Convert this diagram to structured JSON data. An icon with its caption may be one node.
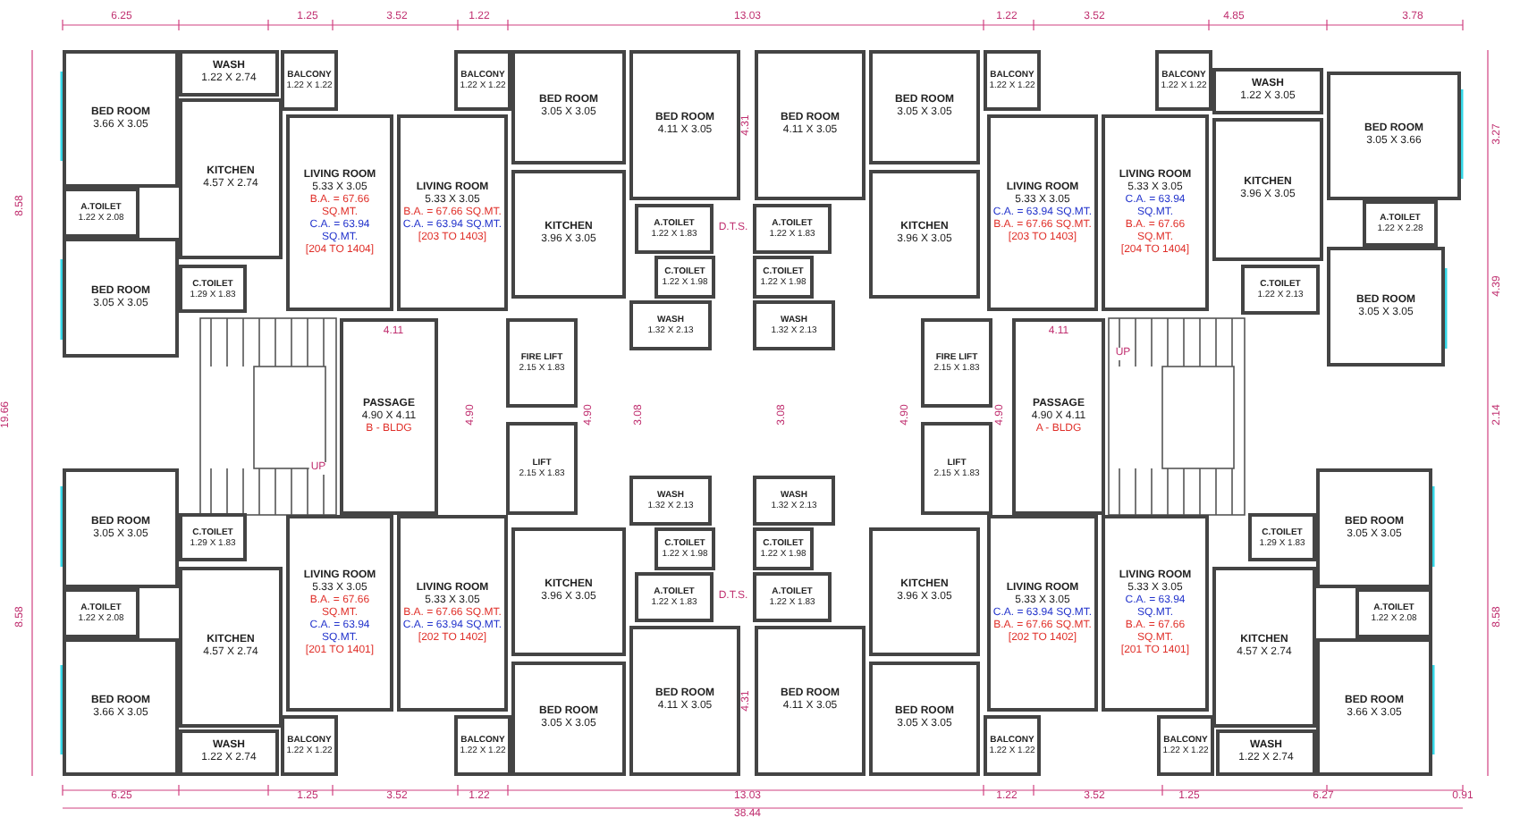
{
  "diagram": {
    "nodes": [
      {
        "text": [
          "BED ROOM",
          "3.66 X 3.05"
        ]
      },
      {
        "text": [
          "WASH",
          "1.22 X 2.74"
        ]
      },
      {
        "text": [
          "BALCONY",
          "1.22 X 1.22"
        ]
      },
      {
        "text": [
          "KITCHEN",
          "4.57 X 2.74"
        ]
      },
      {
        "text": [
          "A.TOILET",
          "1.22 X 2.08"
        ]
      },
      {
        "text": [
          "BED ROOM",
          "3.05 X 3.05"
        ]
      },
      {
        "text": [
          "C.TOILET",
          "1.29 X 1.83"
        ]
      },
      {
        "text": [
          "LIVING ROOM",
          "5.33 X 3.05",
          "B.A. = 67.66 SQ.MT.",
          "C.A. = 63.94 SQ.MT.",
          "[204 TO 1404]"
        ]
      },
      {
        "text": [
          "LIVING ROOM",
          "5.33 X 3.05",
          "B.A. = 67.66 SQ.MT.",
          "C.A. = 63.94 SQ.MT.",
          "[203 TO 1403]"
        ]
      },
      {
        "text": [
          "BALCONY",
          "1.22 X 1.22"
        ]
      },
      {
        "text": [
          "BED ROOM",
          "3.05 X 3.05"
        ]
      },
      {
        "text": [
          "BED ROOM",
          "4.11 X 3.05"
        ]
      },
      {
        "text": [
          "BED ROOM",
          "4.11 X 3.05"
        ]
      },
      {
        "text": [
          "BED ROOM",
          "3.05 X 3.05"
        ]
      },
      {
        "text": [
          "KITCHEN",
          "3.96 X 3.05"
        ]
      },
      {
        "text": [
          "A.TOILET",
          "1.22 X 1.83"
        ]
      },
      {
        "text": [
          "A.TOILET",
          "1.22 X 1.83"
        ]
      },
      {
        "text": [
          "C.TOILET",
          "1.22 X 1.98"
        ]
      },
      {
        "text": [
          "C.TOILET",
          "1.22 X 1.98"
        ]
      },
      {
        "text": [
          "WASH",
          "1.32 X 2.13"
        ]
      },
      {
        "text": [
          "WASH",
          "1.32 X 2.13"
        ]
      },
      {
        "text": [
          "KITCHEN",
          "3.96 X 3.05"
        ]
      },
      {
        "text": [
          "BALCONY",
          "1.22 X 1.22"
        ]
      },
      {
        "text": [
          "LIVING ROOM",
          "5.33 X 3.05",
          "C.A. = 63.94 SQ.MT.",
          "B.A. = 67.66 SQ.MT.",
          "[203 TO 1403]"
        ]
      },
      {
        "text": [
          "LIVING ROOM",
          "5.33 X 3.05",
          "C.A. = 63.94 SQ.MT.",
          "B.A. = 67.66 SQ.MT.",
          "[204 TO 1404]"
        ]
      },
      {
        "text": [
          "BALCONY",
          "1.22 X 1.22"
        ]
      },
      {
        "text": [
          "WASH",
          "1.22 X 3.05"
        ]
      },
      {
        "text": [
          "KITCHEN",
          "3.96 X 3.05"
        ]
      },
      {
        "text": [
          "BED ROOM",
          "3.05 X 3.66"
        ]
      },
      {
        "text": [
          "A.TOILET",
          "1.22 X 2.28"
        ]
      },
      {
        "text": [
          "BED ROOM",
          "3.05 X 3.05"
        ]
      },
      {
        "text": [
          "C.TOILET",
          "1.22 X 2.13"
        ]
      },
      {
        "text": [
          "PASSAGE",
          "4.90 X 4.11",
          "B - BLDG"
        ]
      },
      {
        "text": [
          "FIRE LIFT",
          "2.15 X 1.83"
        ]
      },
      {
        "text": [
          "LIFT",
          "2.15 X 1.83"
        ]
      },
      {
        "text": [
          "FIRE LIFT",
          "2.15 X 1.83"
        ]
      },
      {
        "text": [
          "LIFT",
          "2.15 X 1.83"
        ]
      },
      {
        "text": [
          "PASSAGE",
          "4.90 X 4.11",
          "A - BLDG"
        ]
      },
      {
        "text": [
          "BED ROOM",
          "3.66 X 3.05"
        ]
      },
      {
        "text": [
          "WASH",
          "1.22 X 2.74"
        ]
      },
      {
        "text": [
          "BALCONY",
          "1.22 X 1.22"
        ]
      },
      {
        "text": [
          "KITCHEN",
          "4.57 X 2.74"
        ]
      },
      {
        "text": [
          "A.TOILET",
          "1.22 X 2.08"
        ]
      },
      {
        "text": [
          "BED ROOM",
          "3.05 X 3.05"
        ]
      },
      {
        "text": [
          "C.TOILET",
          "1.29 X 1.83"
        ]
      },
      {
        "text": [
          "LIVING ROOM",
          "5.33 X 3.05",
          "B.A. = 67.66 SQ.MT.",
          "C.A. = 63.94 SQ.MT.",
          "[201 TO 1401]"
        ]
      },
      {
        "text": [
          "LIVING ROOM",
          "5.33 X 3.05",
          "B.A. = 67.66 SQ.MT.",
          "C.A. = 63.94 SQ.MT.",
          "[202 TO 1402]"
        ]
      },
      {
        "text": [
          "BALCONY",
          "1.22 X 1.22"
        ]
      },
      {
        "text": [
          "BED ROOM",
          "3.05 X 3.05"
        ]
      },
      {
        "text": [
          "BED ROOM",
          "4.11 X 3.05"
        ]
      },
      {
        "text": [
          "BED ROOM",
          "4.11 X 3.05"
        ]
      },
      {
        "text": [
          "BED ROOM",
          "3.05 X 3.05"
        ]
      },
      {
        "text": [
          "KITCHEN",
          "3.96 X 3.05"
        ]
      },
      {
        "text": [
          "A.TOILET",
          "1.22 X 1.83"
        ]
      },
      {
        "text": [
          "A.TOILET",
          "1.22 X 1.83"
        ]
      },
      {
        "text": [
          "C.TOILET",
          "1.22 X 1.98"
        ]
      },
      {
        "text": [
          "C.TOILET",
          "1.22 X 1.98"
        ]
      },
      {
        "text": [
          "WASH",
          "1.32 X 2.13"
        ]
      },
      {
        "text": [
          "WASH",
          "1.32 X 2.13"
        ]
      },
      {
        "text": [
          "KITCHEN",
          "3.96 X 3.05"
        ]
      },
      {
        "text": [
          "BALCONY",
          "1.22 X 1.22"
        ]
      },
      {
        "text": [
          "BED ROOM",
          "3.66 X 3.05"
        ]
      },
      {
        "text": [
          "WASH",
          "1.22 X 2.74"
        ]
      },
      {
        "text": [
          "BALCONY",
          "1.22 X 1.22"
        ]
      },
      {
        "text": [
          "KITCHEN",
          "4.57 X 2.74"
        ]
      },
      {
        "text": [
          "A.TOILET",
          "1.22 X 2.08"
        ]
      },
      {
        "text": [
          "BED ROOM",
          "3.05 X 3.05"
        ]
      },
      {
        "text": [
          "C.TOILET",
          "1.29 X 1.83"
        ]
      },
      {
        "text": [
          "LIVING ROOM",
          "5.33 X 3.05",
          "C.A. = 63.94 SQ.MT.",
          "B.A. = 67.66 SQ.MT.",
          "[201 TO 1401]"
        ]
      },
      {
        "text": [
          "LIVING ROOM",
          "5.33 X 3.05",
          "C.A. = 63.94 SQ.MT.",
          "B.A. = 67.66 SQ.MT.",
          "[202 TO 1402]"
        ]
      }
    ],
    "edges": [],
    "labels": [
      "6.25",
      "1.25",
      "3.52",
      "1.22",
      "13.03",
      "1.22",
      "3.52",
      "4.85",
      "3.78",
      "4.31",
      "3.27",
      "8.58",
      "D.T.S.",
      "4.39",
      "4.11",
      "4.11",
      "UP",
      "19.66",
      "4.90",
      "4.90",
      "3.08",
      "3.08",
      "4.90",
      "4.90",
      "2.14",
      "UP",
      "D.T.S.",
      "8.58",
      "8.58",
      "4.31",
      "6.25",
      "1.25",
      "3.52",
      "1.22",
      "13.03",
      "1.22",
      "3.52",
      "1.25",
      "6.27",
      "0.91",
      "38.44"
    ]
  }
}
